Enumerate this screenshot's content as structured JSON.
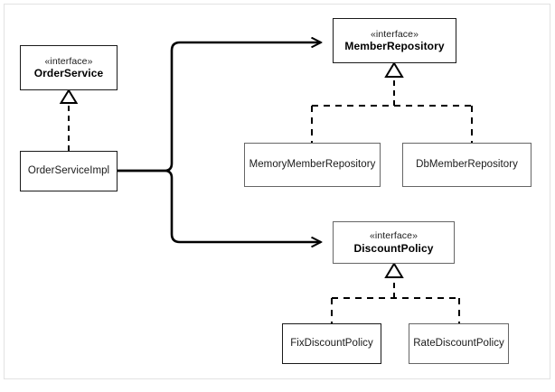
{
  "diagram": {
    "type": "uml-class-diagram",
    "stereotype_label": "«interface»",
    "interfaces": [
      {
        "id": "order-service",
        "stereotype": "«interface»",
        "name": "OrderService"
      },
      {
        "id": "member-repository",
        "stereotype": "«interface»",
        "name": "MemberRepository"
      },
      {
        "id": "discount-policy",
        "stereotype": "«interface»",
        "name": "DiscountPolicy"
      }
    ],
    "classes": [
      {
        "id": "order-service-impl",
        "name": "OrderServiceImpl"
      },
      {
        "id": "memory-member-repository",
        "name": "MemoryMemberRepository"
      },
      {
        "id": "db-member-repository",
        "name": "DbMemberRepository"
      },
      {
        "id": "fix-discount-policy",
        "name": "FixDiscountPolicy"
      },
      {
        "id": "rate-discount-policy",
        "name": "RateDiscountPolicy"
      }
    ],
    "relations": [
      {
        "kind": "realization",
        "from": "OrderServiceImpl",
        "to": "OrderService"
      },
      {
        "kind": "realization",
        "from": "MemoryMemberRepository",
        "to": "MemberRepository"
      },
      {
        "kind": "realization",
        "from": "DbMemberRepository",
        "to": "MemberRepository"
      },
      {
        "kind": "realization",
        "from": "FixDiscountPolicy",
        "to": "DiscountPolicy"
      },
      {
        "kind": "realization",
        "from": "RateDiscountPolicy",
        "to": "DiscountPolicy"
      },
      {
        "kind": "association",
        "from": "OrderServiceImpl",
        "to": "MemberRepository"
      },
      {
        "kind": "association",
        "from": "OrderServiceImpl",
        "to": "DiscountPolicy"
      }
    ],
    "colors": {
      "line": "#000000",
      "box_border": "#1a1a1a",
      "box_border_gray": "#666666",
      "frame_border": "#e2e2e2",
      "background": "#ffffff",
      "text": "#000000"
    }
  }
}
